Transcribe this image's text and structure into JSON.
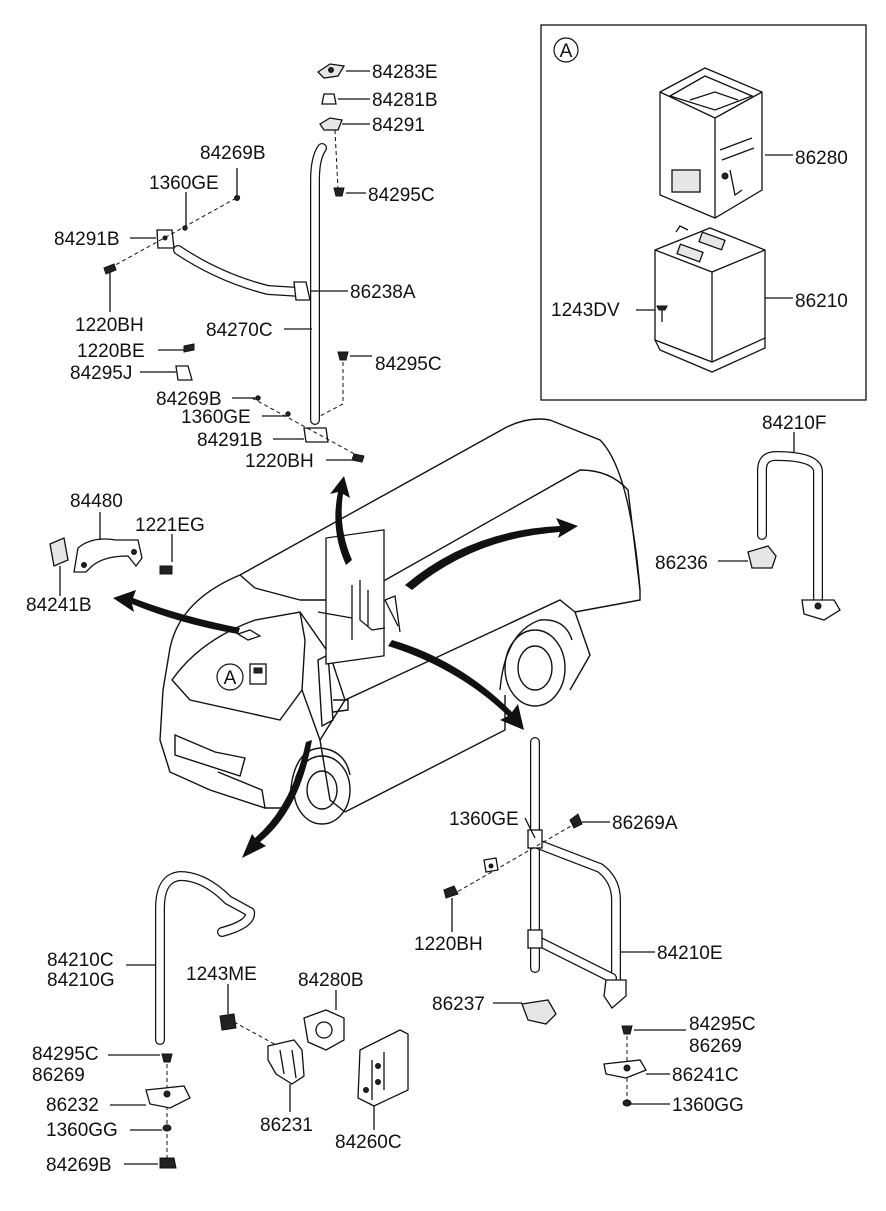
{
  "callouts": {
    "p84283e": "84283E",
    "p84281b": "84281B",
    "p84291": "84291",
    "p84269b_a": "84269B",
    "p1360ge_a": "1360GE",
    "p84295c_a": "84295C",
    "p84291b_a": "84291B",
    "p86238a": "86238A",
    "p1220bh_a": "1220BH",
    "p84270c": "84270C",
    "p1220be": "1220BE",
    "p84295j": "84295J",
    "p84295c_b": "84295C",
    "p84269b_b": "84269B",
    "p1360ge_b": "1360GE",
    "p84291b_b": "84291B",
    "p1220bh_b": "1220BH",
    "p86280": "86280",
    "p1243dv": "1243DV",
    "p86210": "86210",
    "p84210f": "84210F",
    "p86236": "86236",
    "p84480": "84480",
    "p1221eg": "1221EG",
    "p84241b": "84241B",
    "p1360ge_c": "1360GE",
    "p86269a": "86269A",
    "p1220bh_c": "1220BH",
    "p84210e": "84210E",
    "p86237": "86237",
    "p84295c_c": "84295C",
    "p86269_c": "86269",
    "p86241c": "86241C",
    "p1360gg_c": "1360GG",
    "p84210c": "84210C",
    "p84210g": "84210G",
    "p1243me": "1243ME",
    "p84280b": "84280B",
    "p84295c_d": "84295C",
    "p86269_d": "86269",
    "p86232": "86232",
    "p86231": "86231",
    "p1360gg_d": "1360GG",
    "p84260c": "84260C",
    "p84269b_d": "84269B"
  },
  "detail_marker": "A",
  "vehicle_marker": "A"
}
